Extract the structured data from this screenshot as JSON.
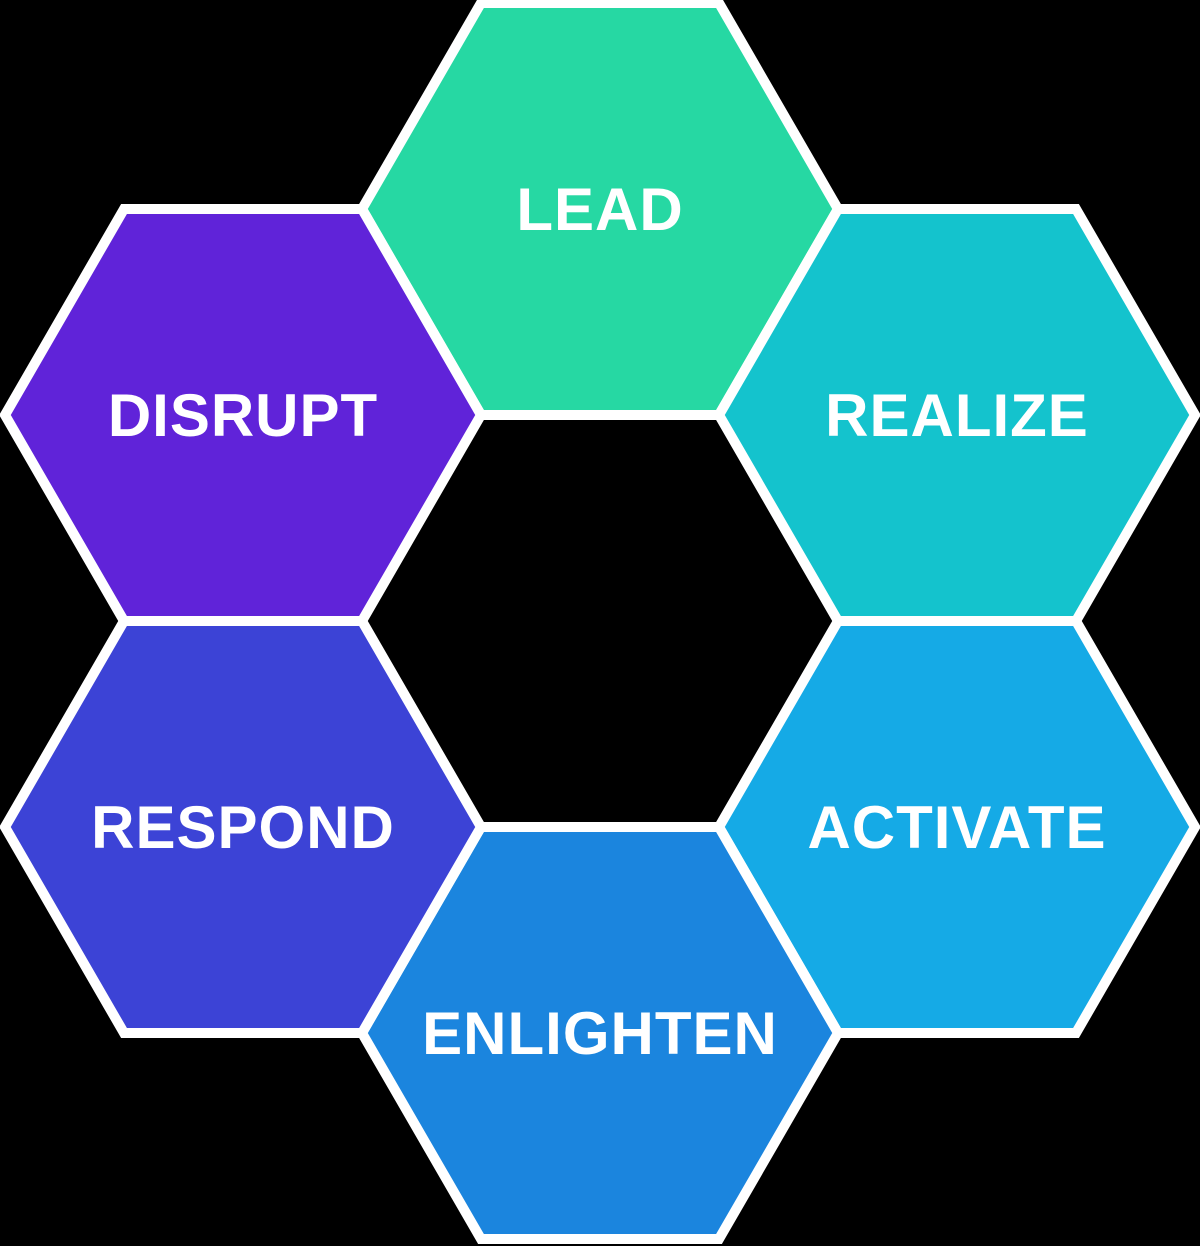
{
  "diagram": {
    "background_color": "#000000",
    "seam_color": "#ffffff",
    "label_color": "#ffffff",
    "hexagons": [
      {
        "id": "lead",
        "label": "LEAD",
        "color": "#26d8a3",
        "position": "top"
      },
      {
        "id": "realize",
        "label": "REALIZE",
        "color": "#14c3cd",
        "position": "top-right"
      },
      {
        "id": "activate",
        "label": "ACTIVATE",
        "color": "#15aae6",
        "position": "bottom-right"
      },
      {
        "id": "enlighten",
        "label": "ENLIGHTEN",
        "color": "#1b85de",
        "position": "bottom"
      },
      {
        "id": "respond",
        "label": "RESPOND",
        "color": "#3c43d6",
        "position": "bottom-left"
      },
      {
        "id": "disrupt",
        "label": "DISRUPT",
        "color": "#6023d9",
        "position": "top-left"
      }
    ]
  }
}
